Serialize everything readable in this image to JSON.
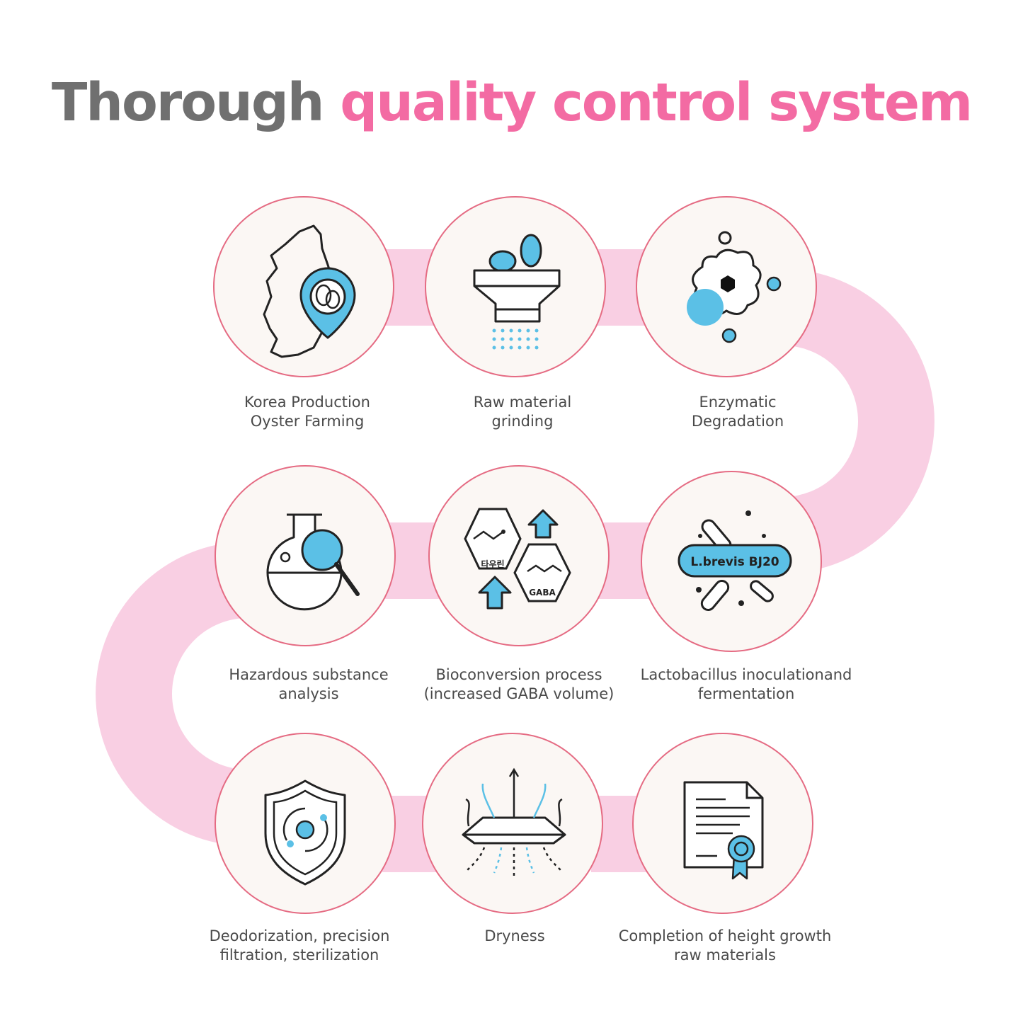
{
  "title": {
    "part1": "Thorough",
    "part2": "quality control system"
  },
  "colors": {
    "accent": "#f36ba3",
    "path": "#f9cfe3",
    "ring": "#e56b83",
    "icon": "#5bc0e6",
    "title_gray": "#707070"
  },
  "steps": [
    {
      "icon": "korea-map-oyster-pin-icon",
      "label": [
        "Korea Production",
        "Oyster Farming"
      ]
    },
    {
      "icon": "oyster-grinder-icon",
      "label": [
        "Raw material",
        "grinding"
      ]
    },
    {
      "icon": "enzyme-molecule-icon",
      "label": [
        "Enzymatic",
        "Degradation"
      ]
    },
    {
      "icon": "flask-magnifier-icon",
      "label": [
        "Hazardous substance",
        "analysis"
      ]
    },
    {
      "icon": "hexagon-molecules-icon",
      "label": [
        "Bioconversion process",
        "(increased GABA volume)"
      ],
      "icon_text": [
        "타우린",
        "GABA"
      ]
    },
    {
      "icon": "bacteria-icon",
      "label": [
        "Lactobacillus inoculationand",
        "fermentation"
      ],
      "icon_text": [
        "L.brevis BJ20"
      ]
    },
    {
      "icon": "shield-icon",
      "label": [
        "Deodorization, precision",
        "filtration, sterilization"
      ]
    },
    {
      "icon": "drying-airflow-icon",
      "label": [
        "Dryness"
      ]
    },
    {
      "icon": "certificate-document-icon",
      "label": [
        "Completion of height growth",
        "raw materials"
      ]
    }
  ]
}
